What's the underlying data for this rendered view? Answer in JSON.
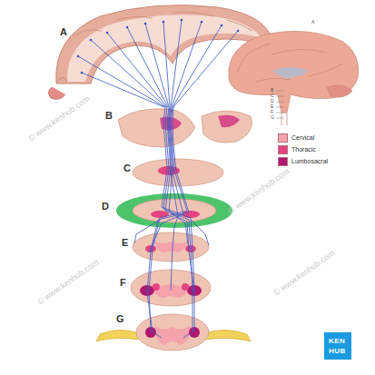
{
  "diagram": {
    "labels": [
      "A",
      "B",
      "C",
      "D",
      "E",
      "F",
      "G",
      "A",
      "B",
      "C",
      "D",
      "E",
      "F",
      "G",
      "© www.kenhub.com",
      "© www.kenhub.com",
      "© www.kenhub.com",
      "© www.kenhub.com",
      "KEN",
      "HUB"
    ],
    "legend": [
      {
        "text": "Cervical",
        "color": "#f4a3ad"
      },
      {
        "text": "Thoracic",
        "color": "#e4447f"
      },
      {
        "text": "Lumbosacral",
        "color": "#b0176d"
      }
    ]
  }
}
